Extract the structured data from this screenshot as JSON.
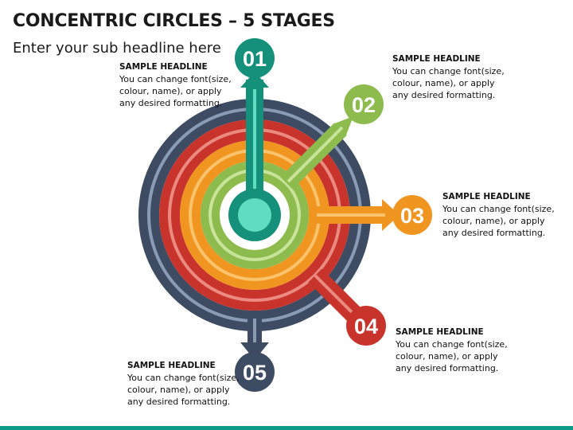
{
  "header": {
    "title": "CONCENTRIC CIRCLES – 5 STAGES",
    "subtitle": "Enter your sub headline here"
  },
  "stages": [
    {
      "number": "01",
      "color": "#14907b",
      "light": "#5fdcc2",
      "headline": "SAMPLE HEADLINE",
      "body": "You can change font(size,\ncolour, name), or apply\nany desired formatting."
    },
    {
      "number": "02",
      "color": "#8dbb4e",
      "light": "#c9e49a",
      "headline": "SAMPLE HEADLINE",
      "body": "You can change font(size,\ncolour, name), or apply\nany desired formatting."
    },
    {
      "number": "03",
      "color": "#f19521",
      "light": "#fbc36b",
      "headline": "SAMPLE HEADLINE",
      "body": "You can change font(size,\ncolour, name), or apply\nany desired formatting."
    },
    {
      "number": "04",
      "color": "#c8342c",
      "light": "#ea8a80",
      "headline": "SAMPLE HEADLINE",
      "body": "You can change font(size,\ncolour, name), or apply\nany desired formatting."
    },
    {
      "number": "05",
      "color": "#3d4b63",
      "light": "#8a9bb6",
      "headline": "SAMPLE HEADLINE",
      "body": "You can change font(size,\ncolour, name), or apply\nany desired formatting."
    }
  ],
  "footer": {
    "color": "#0d9a86"
  }
}
